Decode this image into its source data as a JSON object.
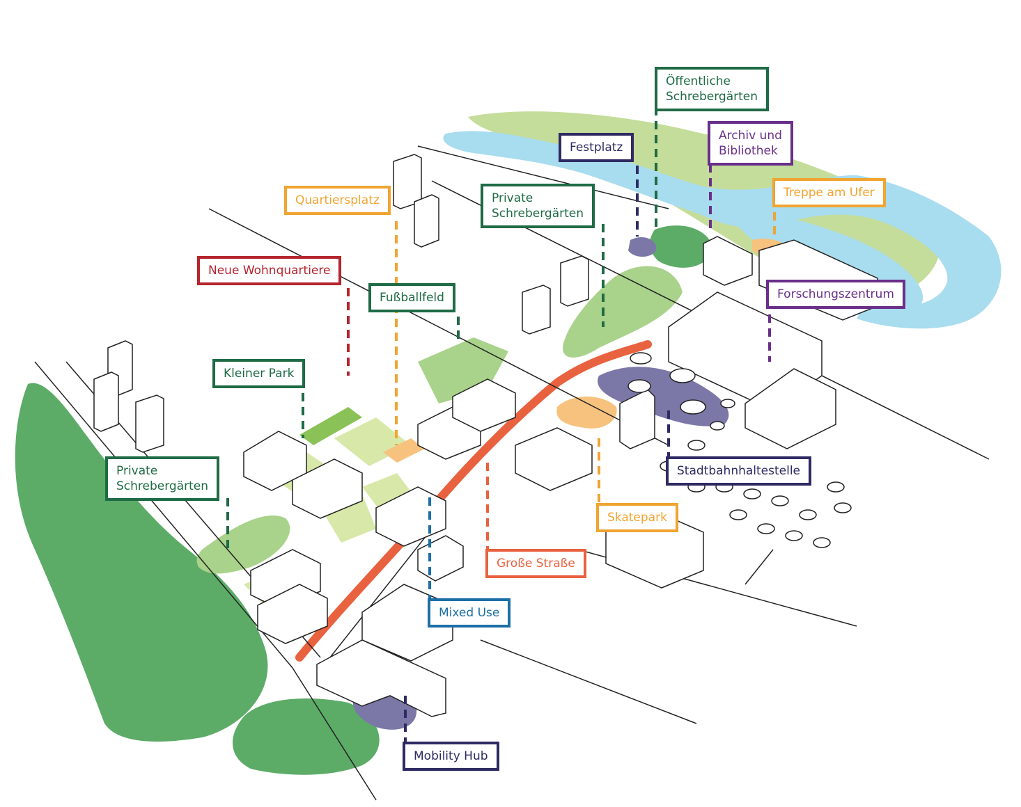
{
  "colors": {
    "green_dark": "#1e6b45",
    "green_mid": "#5cac68",
    "green_light": "#c5dd9a",
    "river": "#a8dcef",
    "orange_label": "#f0a431",
    "orange_patch": "#f6c27e",
    "red_label": "#b5252e",
    "street_orange": "#e9623f",
    "navy": "#2e2a63",
    "purple": "#6a2f8a",
    "blue": "#1b6fa8",
    "lavender": "#7b78a8",
    "line": "#222222"
  },
  "labels": [
    {
      "id": "oeffentliche-schrebergaerten",
      "lines": [
        "Öffentliche",
        "Schrebergärten"
      ],
      "color": "green_dark"
    },
    {
      "id": "festplatz",
      "lines": [
        "Festplatz"
      ],
      "color": "navy"
    },
    {
      "id": "archiv-und-bibliothek",
      "lines": [
        "Archiv und",
        "Bibliothek"
      ],
      "color": "purple"
    },
    {
      "id": "treppe-am-ufer",
      "lines": [
        "Treppe am Ufer"
      ],
      "color": "orange_label"
    },
    {
      "id": "quartiersplatz",
      "lines": [
        "Quartiersplatz"
      ],
      "color": "orange_label"
    },
    {
      "id": "private-schrebergaerten-top",
      "lines": [
        "Private",
        "Schrebergärten"
      ],
      "color": "green_dark"
    },
    {
      "id": "neue-wohnquartiere",
      "lines": [
        "Neue Wohnquartiere"
      ],
      "color": "red_label"
    },
    {
      "id": "fussballfeld",
      "lines": [
        "Fußballfeld"
      ],
      "color": "green_dark"
    },
    {
      "id": "forschungszentrum",
      "lines": [
        "Forschungszentrum"
      ],
      "color": "purple"
    },
    {
      "id": "kleiner-park",
      "lines": [
        "Kleiner Park"
      ],
      "color": "green_dark"
    },
    {
      "id": "stadtbahnhaltestelle",
      "lines": [
        "Stadtbahnhaltestelle"
      ],
      "color": "navy"
    },
    {
      "id": "private-schrebergaerten-left",
      "lines": [
        "Private",
        "Schrebergärten"
      ],
      "color": "green_dark"
    },
    {
      "id": "skatepark",
      "lines": [
        "Skatepark"
      ],
      "color": "orange_label"
    },
    {
      "id": "grosse-strasse",
      "lines": [
        "Große Straße"
      ],
      "color": "street_orange"
    },
    {
      "id": "mixed-use",
      "lines": [
        "Mixed Use"
      ],
      "color": "blue"
    },
    {
      "id": "mobility-hub",
      "lines": [
        "Mobility Hub"
      ],
      "color": "navy"
    }
  ]
}
